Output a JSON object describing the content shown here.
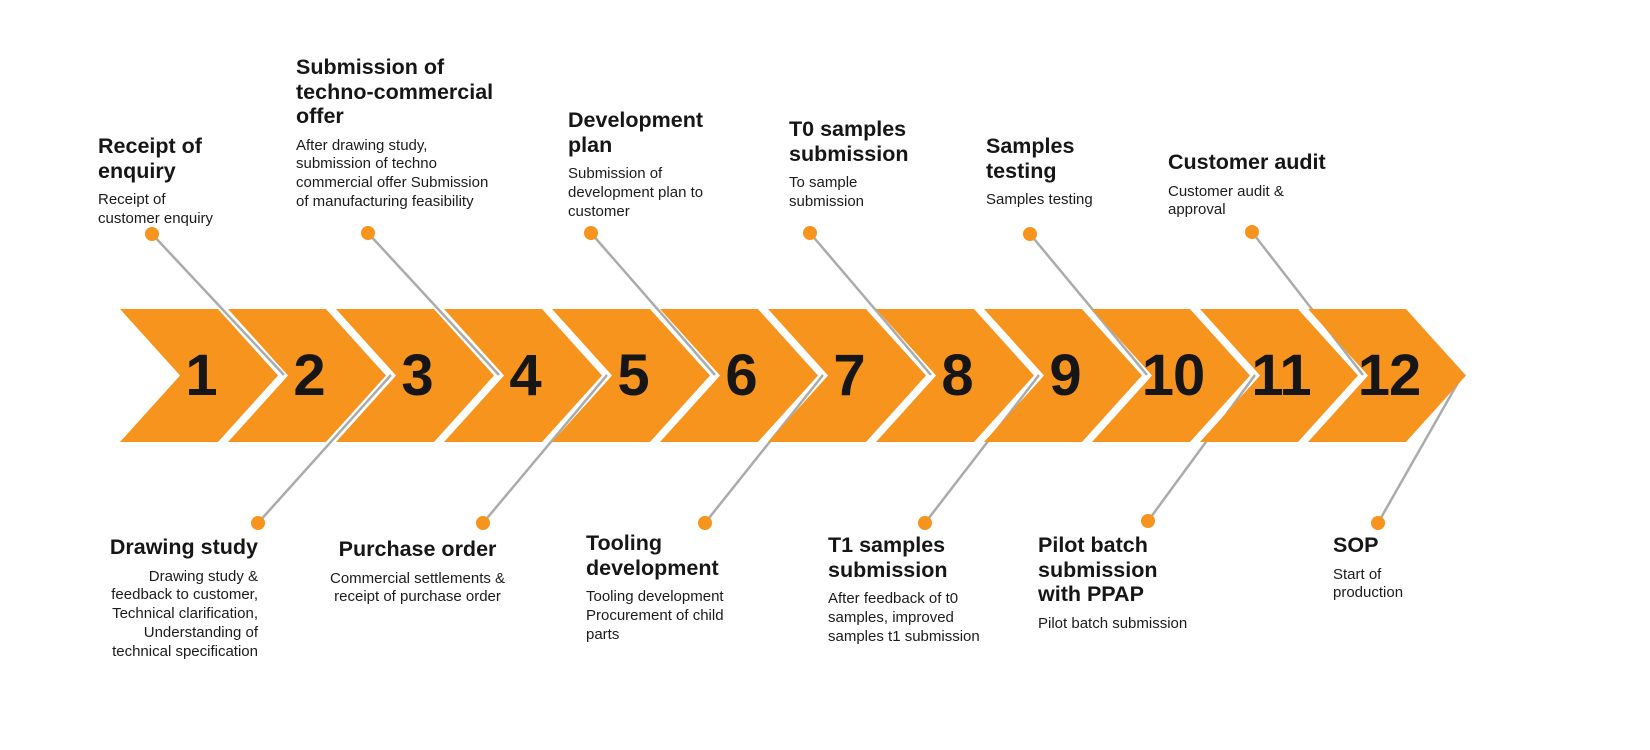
{
  "diagram": {
    "type": "process-flow-timeline",
    "colors": {
      "accent": "#F7941E",
      "connector": "#ABABAB",
      "text": "#1B1B1B"
    },
    "steps": [
      {
        "number": "1",
        "callout_position": "top",
        "title": "Receipt of\nenquiry",
        "description": "Receipt of\ncustomer enquiry"
      },
      {
        "number": "2",
        "callout_position": "bottom",
        "title": "Drawing study",
        "description": "Drawing study &\nfeedback to customer,\nTechnical clarification,\nUnderstanding of\ntechnical specification"
      },
      {
        "number": "3",
        "callout_position": "top",
        "title": "Submission of\ntechno-commercial\noffer",
        "description": "After drawing study,\nsubmission of techno\ncommercial offer Submission\nof manufacturing feasibility"
      },
      {
        "number": "4",
        "callout_position": "bottom",
        "title": "Purchase order",
        "description": "Commercial settlements &\nreceipt of purchase order"
      },
      {
        "number": "5",
        "callout_position": "top",
        "title": "Development\nplan",
        "description": "Submission of\ndevelopment plan to\ncustomer"
      },
      {
        "number": "6",
        "callout_position": "bottom",
        "title": "Tooling\ndevelopment",
        "description": "Tooling development\nProcurement of child\nparts"
      },
      {
        "number": "7",
        "callout_position": "top",
        "title": "T0 samples\nsubmission",
        "description": "To sample\nsubmission"
      },
      {
        "number": "8",
        "callout_position": "bottom",
        "title": "T1 samples\nsubmission",
        "description": "After feedback of t0\nsamples, improved\nsamples t1 submission"
      },
      {
        "number": "9",
        "callout_position": "top",
        "title": "Samples\ntesting",
        "description": "Samples testing"
      },
      {
        "number": "10",
        "callout_position": "bottom",
        "title": "Pilot batch\nsubmission\nwith PPAP",
        "description": "Pilot batch submission"
      },
      {
        "number": "11",
        "callout_position": "top",
        "title": "Customer audit",
        "description": "Customer audit &\napproval"
      },
      {
        "number": "12",
        "callout_position": "bottom",
        "title": "SOP",
        "description": "Start of\nproduction"
      }
    ]
  }
}
